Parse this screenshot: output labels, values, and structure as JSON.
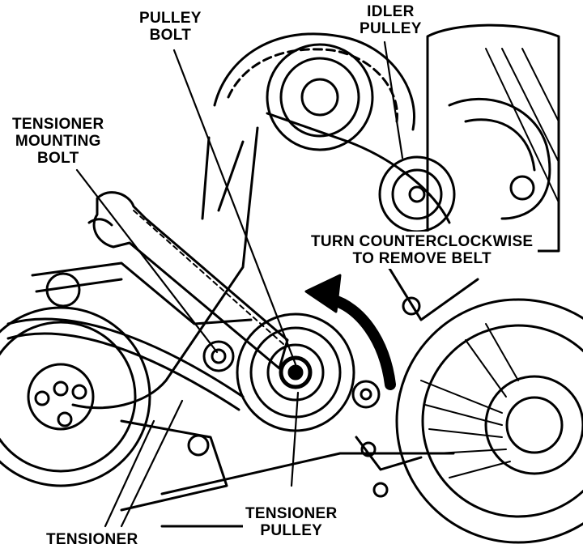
{
  "labels": {
    "pulley_bolt": [
      "PULLEY",
      "BOLT"
    ],
    "idler_pulley": [
      "IDLER",
      "PULLEY"
    ],
    "tensioner_mounting_bolt": [
      "TENSIONER",
      "MOUNTING",
      "BOLT"
    ],
    "turn_instruction": [
      "TURN COUNTERCLOCKWISE",
      "TO REMOVE BELT"
    ],
    "tensioner_pulley": [
      "TENSIONER",
      "PULLEY"
    ],
    "tensioner": "TENSIONER"
  },
  "colors": {
    "ink": "#000000",
    "paper": "#ffffff"
  }
}
